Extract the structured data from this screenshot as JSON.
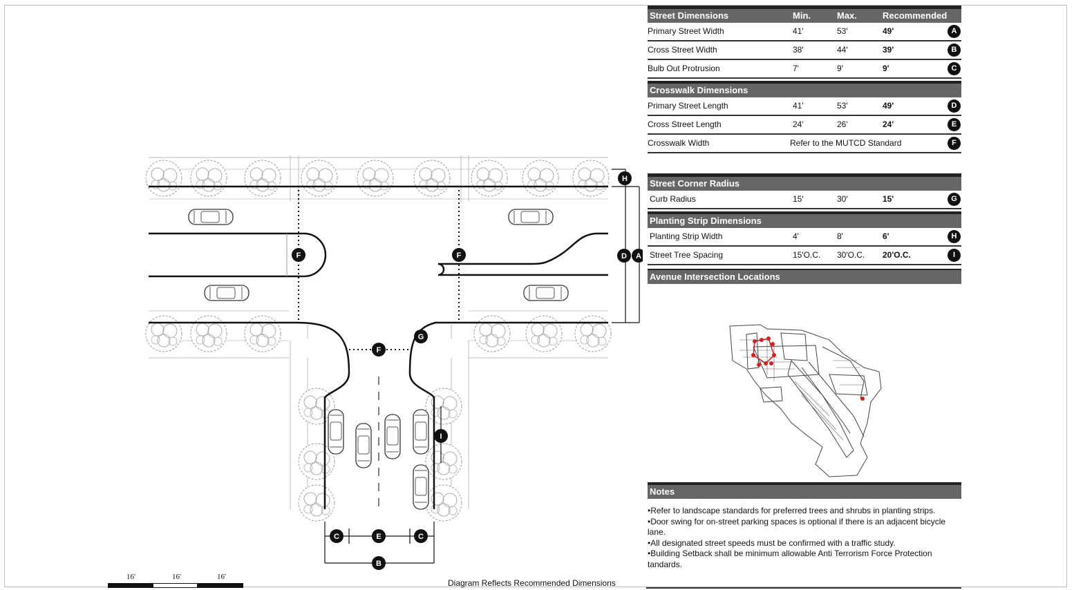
{
  "street_dimensions": {
    "header": {
      "label": "Street Dimensions",
      "min": "Min.",
      "max": "Max.",
      "recommended": "Recommended"
    },
    "rows": [
      {
        "label": "Primary Street Width",
        "min": "41'",
        "max": "53'",
        "recommended": "49'",
        "key": "A"
      },
      {
        "label": "Cross Street Width",
        "min": "38'",
        "max": "44'",
        "recommended": "39'",
        "key": "B"
      },
      {
        "label": "Bulb Out Protrusion",
        "min": "7'",
        "max": "9'",
        "recommended": "9'",
        "key": "C"
      }
    ]
  },
  "crosswalk_dimensions": {
    "header": "Crosswalk Dimensions",
    "rows": [
      {
        "label": "Primary Street Length",
        "min": "41'",
        "max": "53'",
        "recommended": "49'",
        "key": "D"
      },
      {
        "label": "Cross Street  Length",
        "min": "24'",
        "max": "26'",
        "recommended": "24'",
        "key": "E"
      }
    ],
    "width_row": {
      "label": "Crosswalk Width",
      "value": "Refer to the MUTCD Standard",
      "key": "F"
    }
  },
  "corner_radius": {
    "header": "Street Corner Radius",
    "rows": [
      {
        "label": "Curb Radius",
        "min": "15'",
        "max": "30'",
        "recommended": "15'",
        "key": "G"
      }
    ]
  },
  "planting_strip": {
    "header": "Planting Strip Dimensions",
    "rows": [
      {
        "label": "Planting Strip Width",
        "min": "4'",
        "max": "8'",
        "recommended": "6'",
        "key": "H"
      },
      {
        "label": "Street Tree Spacing",
        "min": "15'O.C.",
        "max": "30'O.C.",
        "recommended": "20'O.C.",
        "key": "I"
      }
    ]
  },
  "avenue_locations": {
    "header": "Avenue Intersection Locations"
  },
  "notes": {
    "header": "Notes",
    "items": [
      "•Refer to landscape standards for preferred trees and shrubs in planting strips.",
      "•Door swing for on-street parking spaces is optional if there is an adjacent bicycle lane.",
      "•All designated street speeds must be confirmed with a traffic study.",
      "•Building Setback shall be minimum allowable Anti Terrorism Force Protection tandards."
    ]
  },
  "diagram": {
    "caption": "Diagram Reflects Recommended Dimensions",
    "scale_labels": [
      "16'",
      "16'",
      "16'"
    ],
    "markers": {
      "A": "A",
      "B": "B",
      "C": "C",
      "D": "D",
      "E": "E",
      "F": "F",
      "G": "G",
      "H": "H",
      "I": "I"
    }
  },
  "colors": {
    "header_bg": "#666666",
    "marker": "#111111",
    "location_dot": "#cc2222"
  }
}
